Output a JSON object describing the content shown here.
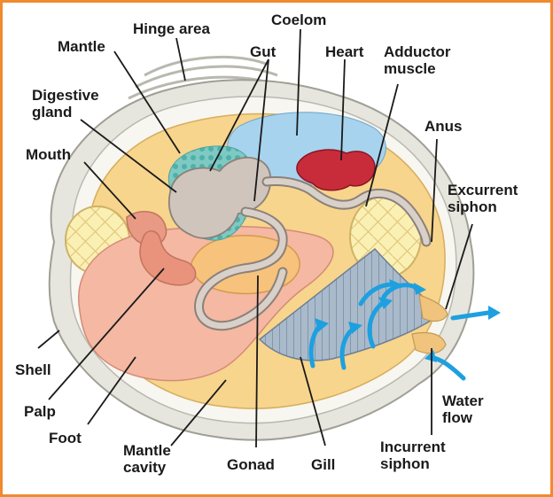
{
  "labels": {
    "hinge_area": "Hinge area",
    "coelom": "Coelom",
    "mantle_top": "Mantle",
    "gut": "Gut",
    "heart": "Heart",
    "adductor_muscle": "Adductor\nmuscle",
    "digestive_gland": "Digestive\ngland",
    "anus": "Anus",
    "mouth": "Mouth",
    "excurrent_siphon": "Excurrent\nsiphon",
    "shell": "Shell",
    "palp": "Palp",
    "foot": "Foot",
    "mantle_cavity": "Mantle\ncavity",
    "gonad": "Gonad",
    "gill": "Gill",
    "incurrent_siphon": "Incurrent\nsiphon",
    "water_flow": "Water\nflow"
  },
  "colors": {
    "frame": "#f08a2e",
    "mantle": "#f7d58c",
    "shell": "#e4e4dc",
    "foot": "#f4b8a3",
    "muscle": "#fbefb0",
    "coelom": "#a7d3ee",
    "heart": "#c82c3a",
    "gland": "#76c2bf",
    "gut": "#cfc5bd",
    "gonad": "#f6c27c",
    "gill": "#a3b5c9",
    "water": "#1da0e0"
  }
}
